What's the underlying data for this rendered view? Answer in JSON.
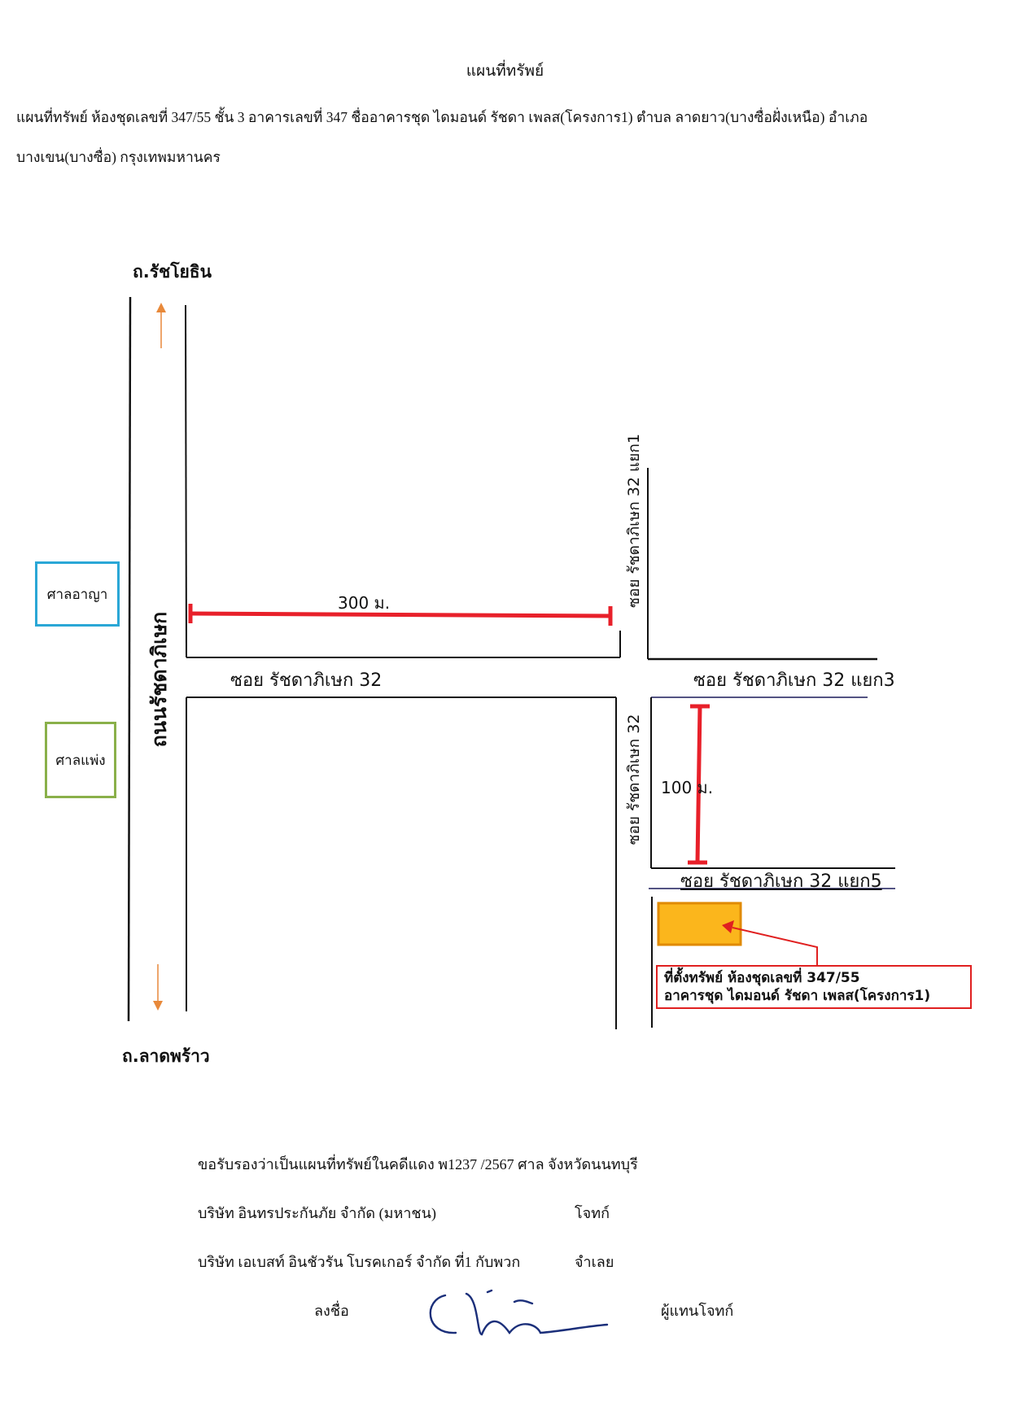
{
  "document": {
    "title": "แผนที่ทรัพย์",
    "description_line1": "แผนที่ทรัพย์ ห้องชุดเลขที่ 347/55  ชั้น 3 อาคารเลขที่ 347  ชื่ออาคารชุด ไดมอนด์ รัชดา เพลส(โครงการ1)  ตำบล ลาดยาว(บางซื่อฝั่งเหนือ) อำเภอ",
    "description_line2": "บางเขน(บางซื่อ) กรุงเทพมหานคร"
  },
  "map": {
    "road_north_end": "ถ.รัชโยธิน",
    "road_south_end": "ถ.ลาดพร้าว",
    "main_road": "ถนนรัชดาภิเษก",
    "soi_main": "ซอย รัชดาภิเษก 32",
    "soi_branch1": "ซอย รัชดาภิเษก 32 แยก1",
    "soi_branch3": "ซอย รัชดาภิเษก 32 แยก3",
    "soi_branch5": "ซอย รัชดาภิเษก 32 แยก5",
    "soi_vertical": "ซอย รัชดาภิเษก 32",
    "distance_horizontal": "300 ม.",
    "distance_vertical": "100 ม.",
    "landmark_criminal_court": "ศาลอาญา",
    "landmark_civil_court": "ศาลแพ่ง",
    "property_label_line1": "ที่ตั้งทรัพย์ ห้องชุดเลขที่ 347/55",
    "property_label_line2": "อาคารชุด ไดมอนด์ รัชดา เพลส(โครงการ1)",
    "colors": {
      "measure": "#e8202a",
      "arrow": "#e8893a",
      "criminal_court_border": "#2aa7d6",
      "civil_court_border": "#8ab04a",
      "property_fill": "#fbb61c",
      "property_border": "#e08a00",
      "callout": "#e02020"
    }
  },
  "certification": {
    "line1": "ขอรับรองว่าเป็นแผนที่ทรัพย์ในคดีแดง  พ1237  /2567    ศาล  จังหวัดนนทบุรี",
    "plaintiff_name": "บริษัท อินทรประกันภัย จำกัด (มหาชน)",
    "plaintiff_role": "โจทก์",
    "defendant_name": "บริษัท เอเบสท์ อินชัวรัน โบรคเกอร์ จำกัด ที่1 กับพวก",
    "defendant_role": "จำเลย",
    "sign_label": "ลงชื่อ",
    "signer_role": "ผู้แทนโจทก์"
  }
}
